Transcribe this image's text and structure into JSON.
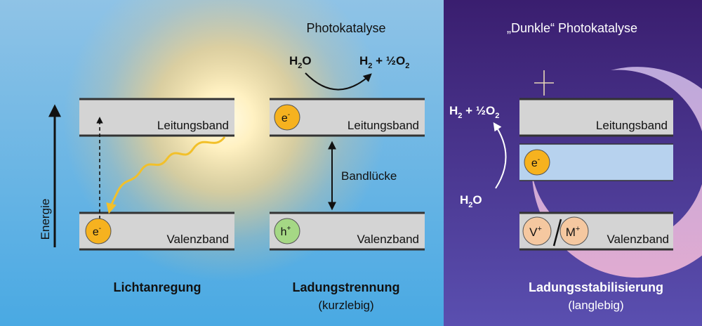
{
  "colors": {
    "sky_top": "#8fc3e6",
    "sky_bottom": "#49a9e3",
    "sun_core": "#fff6c8",
    "sun_glow": "#f5c460",
    "night_top": "#3a1e6f",
    "night_bottom": "#5a4fb0",
    "band_fill": "#d4d4d4",
    "band_edge": "#333333",
    "stabilized_band": "#b7d2ee",
    "electron": "#f6b21f",
    "hole": "#a5d885",
    "vacancy": "#f5c8a0",
    "light_wave": "#f2c02a",
    "moon": "#e9b4d6"
  },
  "energy_axis_label": "Energie",
  "panels": [
    {
      "id": "lichtanregung",
      "conduction_band": "Leitungsband",
      "valence_band": "Valenzband",
      "electron_label": "e",
      "electron_sup": "-",
      "caption": "Lichtanregung"
    },
    {
      "id": "ladungstrennung",
      "title": "Photokatalyse",
      "reaction_in": {
        "a": "H",
        "sub": "2",
        "b": "O"
      },
      "reaction_out": {
        "a": "H",
        "sub1": "2",
        "b": " + ½O",
        "sub2": "2"
      },
      "conduction_band": "Leitungsband",
      "valence_band": "Valenzband",
      "electron_label": "e",
      "electron_sup": "-",
      "hole_label": "h",
      "hole_sup": "+",
      "gap_label": "Bandlücke",
      "caption": "Ladungstrennung",
      "subcaption": "(kurzlebig)"
    },
    {
      "id": "ladungsstabilisierung",
      "title": "„Dunkle“ Photokatalyse",
      "reaction_in": {
        "a": "H",
        "sub": "2",
        "b": "O"
      },
      "reaction_out": {
        "a": "H",
        "sub1": "2",
        "b": " + ½O",
        "sub2": "2"
      },
      "conduction_band": "Leitungsband",
      "valence_band": "Valenzband",
      "electron_label": "e",
      "electron_sup": "-",
      "vacancy_label": "V",
      "vacancy_sup": "+",
      "metal_label": "M",
      "metal_sup": "+",
      "caption": "Ladungsstabilisierung",
      "subcaption": "(langlebig)"
    }
  ]
}
